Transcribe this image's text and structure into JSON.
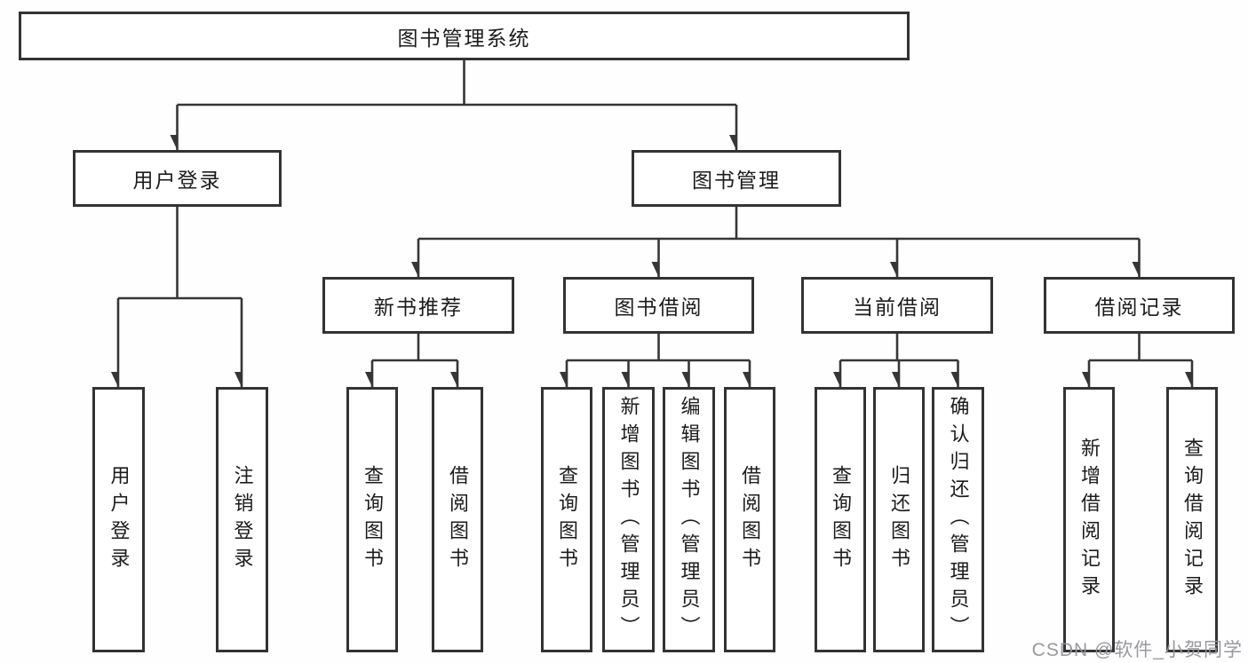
{
  "diagram": {
    "kind": "function-structure-tree",
    "colors": {
      "line": "#363636",
      "box_border": "#333333",
      "box_fill": "#ffffff",
      "text": "#1c1c1c",
      "watermark": "#949499",
      "background": "#fefefe"
    }
  },
  "tree": {
    "label": "图书管理系统",
    "children": [
      {
        "label": "用户登录",
        "children": [
          {
            "label": "用户登录"
          },
          {
            "label": "注销登录"
          }
        ]
      },
      {
        "label": "图书管理",
        "children": [
          {
            "label": "新书推荐",
            "children": [
              {
                "label": "查询图书"
              },
              {
                "label": "借阅图书"
              }
            ]
          },
          {
            "label": "图书借阅",
            "children": [
              {
                "label": "查询图书"
              },
              {
                "label": "新增图书（管理员）"
              },
              {
                "label": "编辑图书（管理员）"
              },
              {
                "label": "借阅图书"
              }
            ]
          },
          {
            "label": "当前借阅",
            "children": [
              {
                "label": "查询图书"
              },
              {
                "label": "归还图书"
              },
              {
                "label": "确认归还（管理员）"
              }
            ]
          },
          {
            "label": "借阅记录",
            "children": [
              {
                "label": "新增借阅记录"
              },
              {
                "label": "查询借阅记录"
              }
            ]
          }
        ]
      }
    ]
  },
  "watermark": {
    "text": "CSDN @软件_小贺同学"
  }
}
